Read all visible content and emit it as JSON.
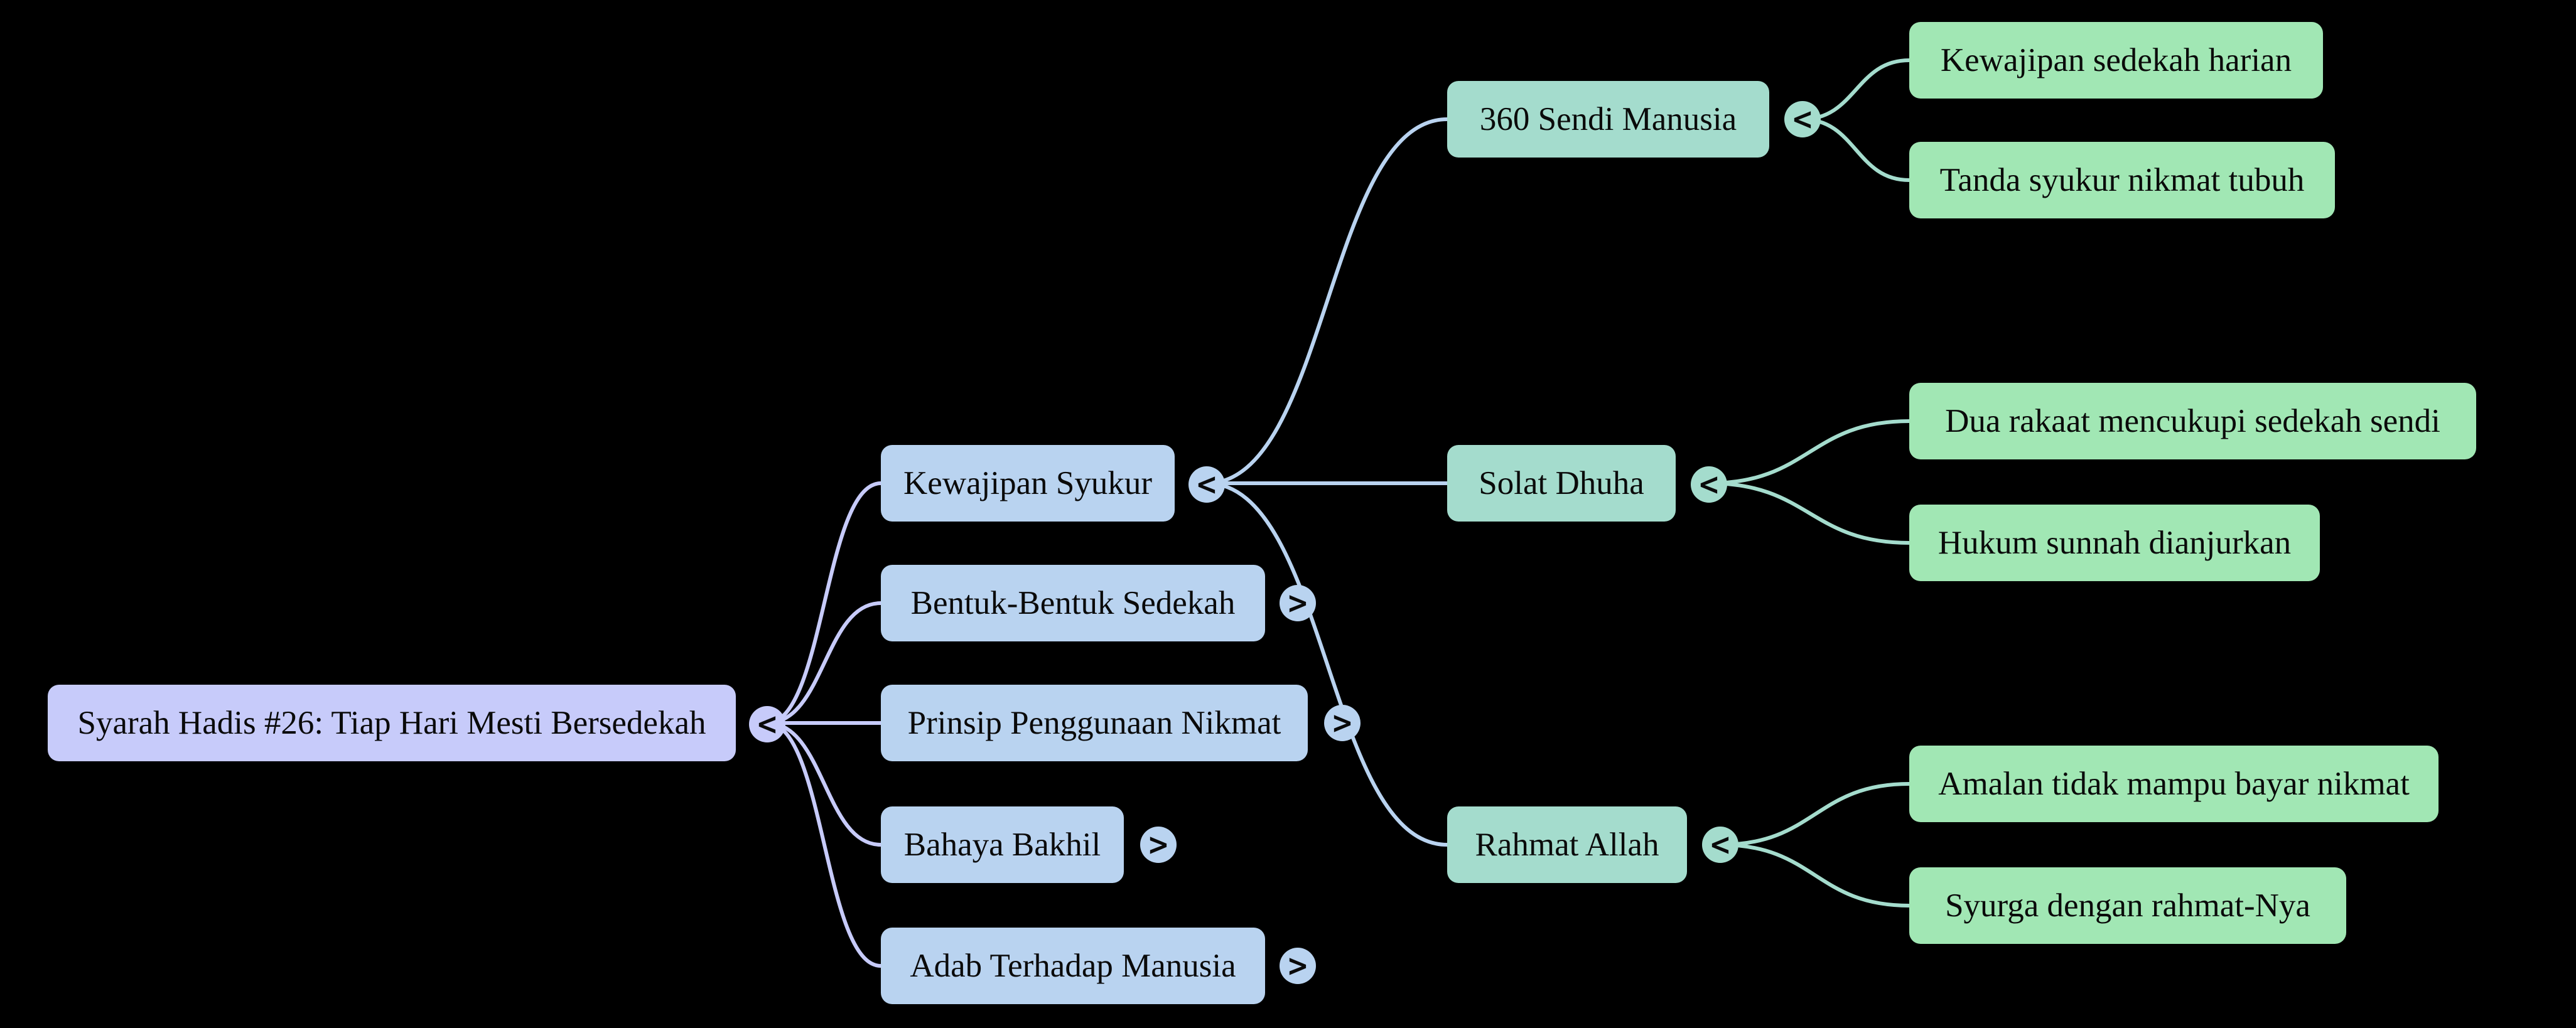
{
  "palette": {
    "background": "#000000",
    "text": "#0a0a0a",
    "root_fill": "#c7cbfa",
    "branch_fill": "#b9d3f0",
    "subtopic_fill": "#a4dccd",
    "detail_fill": "#a1e7b4"
  },
  "icons": {
    "collapse_glyph": "<",
    "expand_glyph": ">"
  },
  "mindmap": {
    "root": {
      "label": "Syarah Hadis #26: Tiap Hari Mesti Bersedekah",
      "toggle": "<"
    },
    "branches": [
      {
        "label": "Kewajipan Syukur",
        "toggle": "<",
        "children": [
          {
            "label": "360 Sendi Manusia",
            "toggle": "<",
            "children": [
              {
                "label": "Kewajipan sedekah harian"
              },
              {
                "label": "Tanda syukur nikmat tubuh"
              }
            ]
          },
          {
            "label": "Solat Dhuha",
            "toggle": "<",
            "children": [
              {
                "label": "Dua rakaat mencukupi sedekah sendi"
              },
              {
                "label": "Hukum sunnah dianjurkan"
              }
            ]
          },
          {
            "label": "Rahmat Allah",
            "toggle": "<",
            "children": [
              {
                "label": "Amalan tidak mampu bayar nikmat"
              },
              {
                "label": "Syurga dengan rahmat-Nya"
              }
            ]
          }
        ]
      },
      {
        "label": "Bentuk-Bentuk Sedekah",
        "toggle": ">"
      },
      {
        "label": "Prinsip Penggunaan Nikmat",
        "toggle": ">"
      },
      {
        "label": "Bahaya Bakhil",
        "toggle": ">"
      },
      {
        "label": "Adab Terhadap Manusia",
        "toggle": ">"
      }
    ]
  }
}
